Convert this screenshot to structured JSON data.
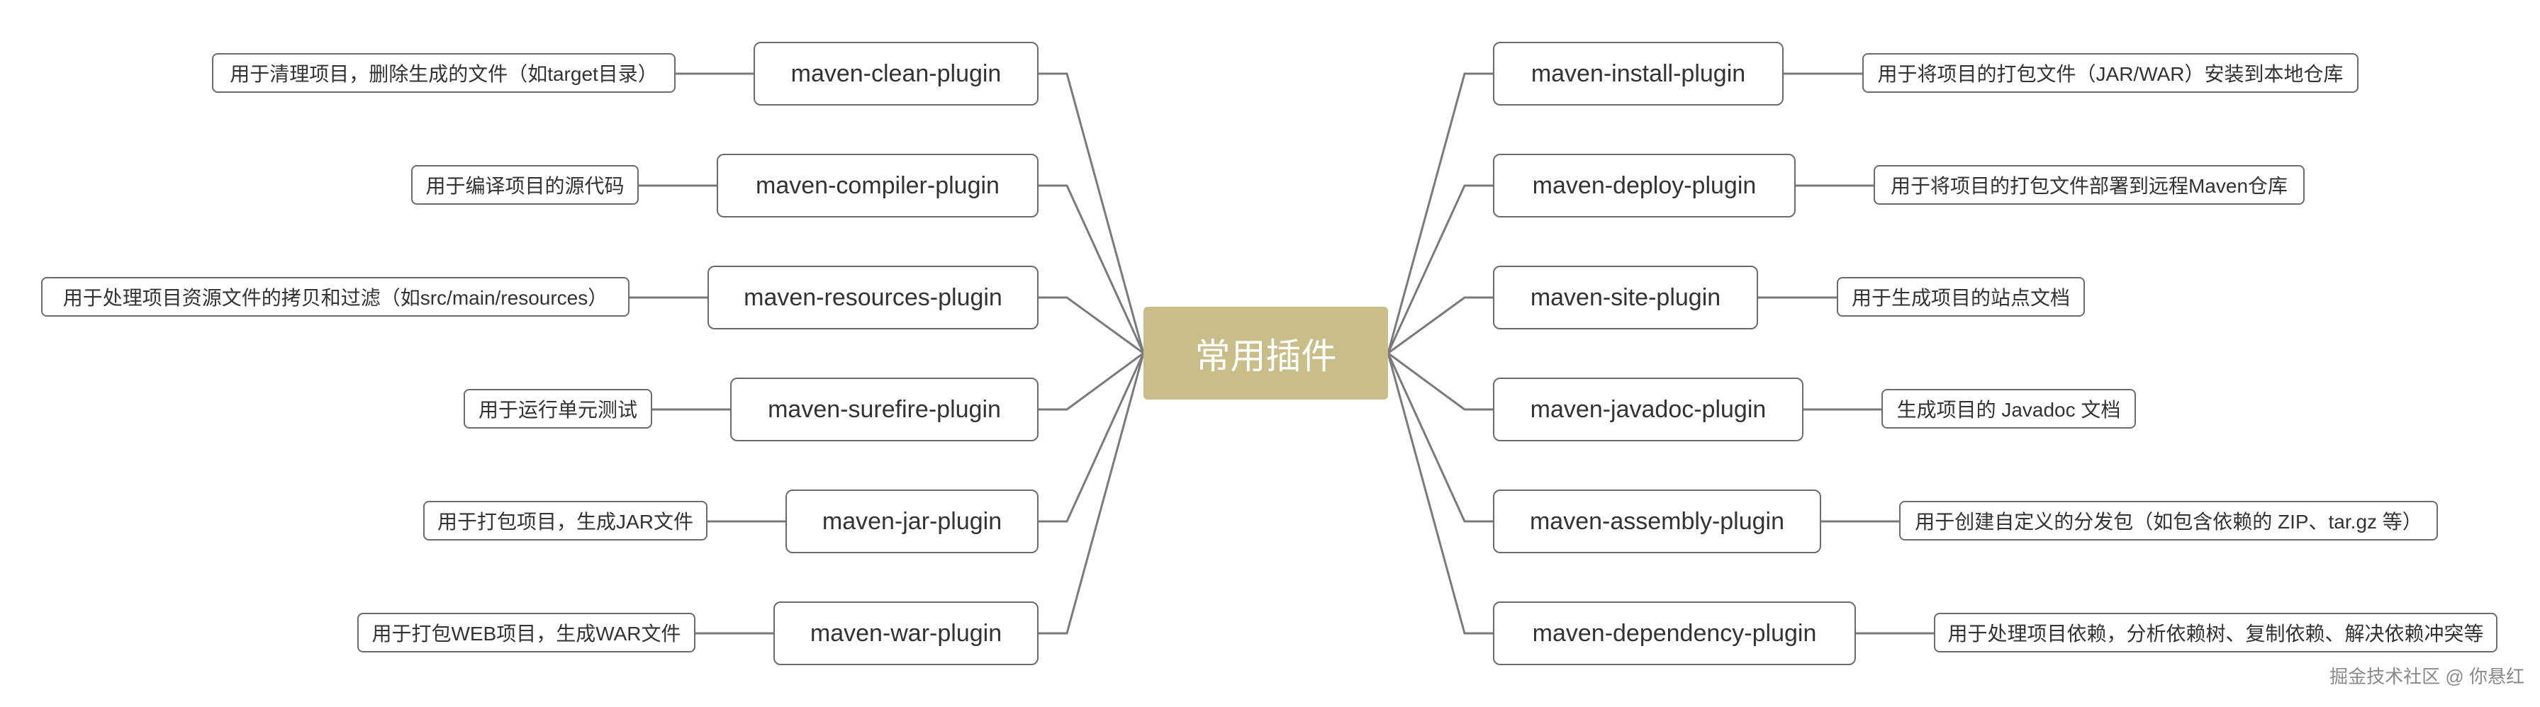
{
  "root": {
    "label": "常用插件"
  },
  "left_branches": [
    {
      "plugin": "maven-clean-plugin",
      "desc": "用于清理项目，删除生成的文件（如target目录）"
    },
    {
      "plugin": "maven-compiler-plugin",
      "desc": "用于编译项目的源代码"
    },
    {
      "plugin": "maven-resources-plugin",
      "desc": "用于处理项目资源文件的拷贝和过滤（如src/main/resources）"
    },
    {
      "plugin": "maven-surefire-plugin",
      "desc": "用于运行单元测试"
    },
    {
      "plugin": "maven-jar-plugin",
      "desc": "用于打包项目，生成JAR文件"
    },
    {
      "plugin": "maven-war-plugin",
      "desc": "用于打包WEB项目，生成WAR文件"
    }
  ],
  "right_branches": [
    {
      "plugin": "maven-install-plugin",
      "desc": "用于将项目的打包文件（JAR/WAR）安装到本地仓库"
    },
    {
      "plugin": "maven-deploy-plugin",
      "desc": "用于将项目的打包文件部署到远程Maven仓库"
    },
    {
      "plugin": "maven-site-plugin",
      "desc": "用于生成项目的站点文档"
    },
    {
      "plugin": "maven-javadoc-plugin",
      "desc": "生成项目的 Javadoc 文档"
    },
    {
      "plugin": "maven-assembly-plugin",
      "desc": "用于创建自定义的分发包（如包含依赖的 ZIP、tar.gz 等）"
    },
    {
      "plugin": "maven-dependency-plugin",
      "desc": "用于处理项目依赖，分析依赖树、复制依赖、解决依赖冲突等"
    }
  ],
  "watermark": "掘金技术社区 @ 你悬红"
}
